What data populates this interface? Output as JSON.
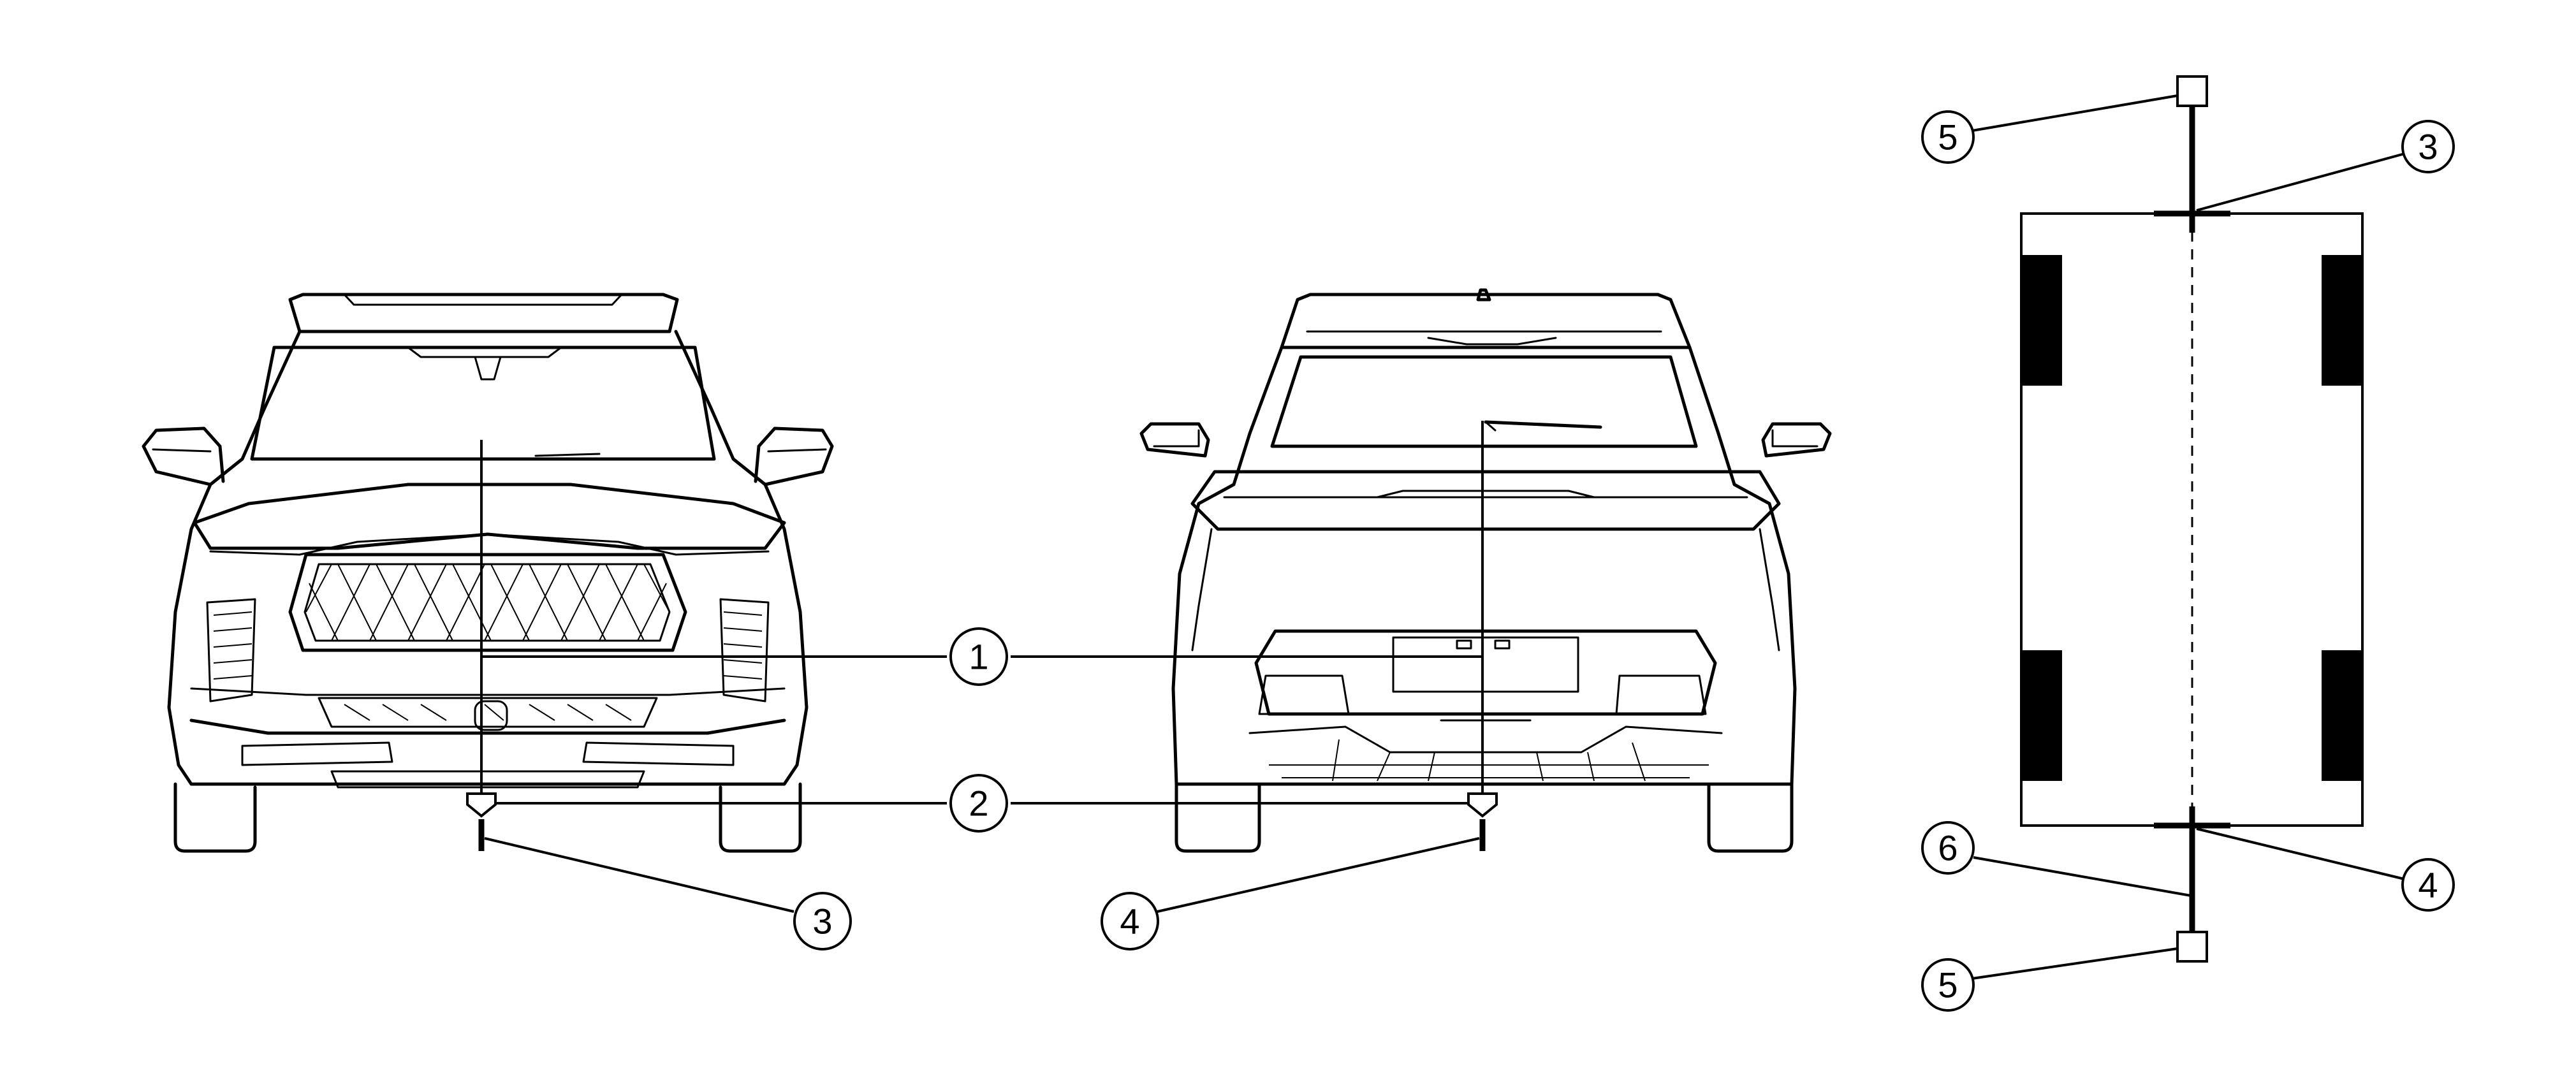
{
  "callouts": {
    "string_line": "1",
    "plumb_line": "2",
    "front_center_mark": "3",
    "rear_center_mark": "4",
    "stake": "5",
    "center_line": "6"
  }
}
